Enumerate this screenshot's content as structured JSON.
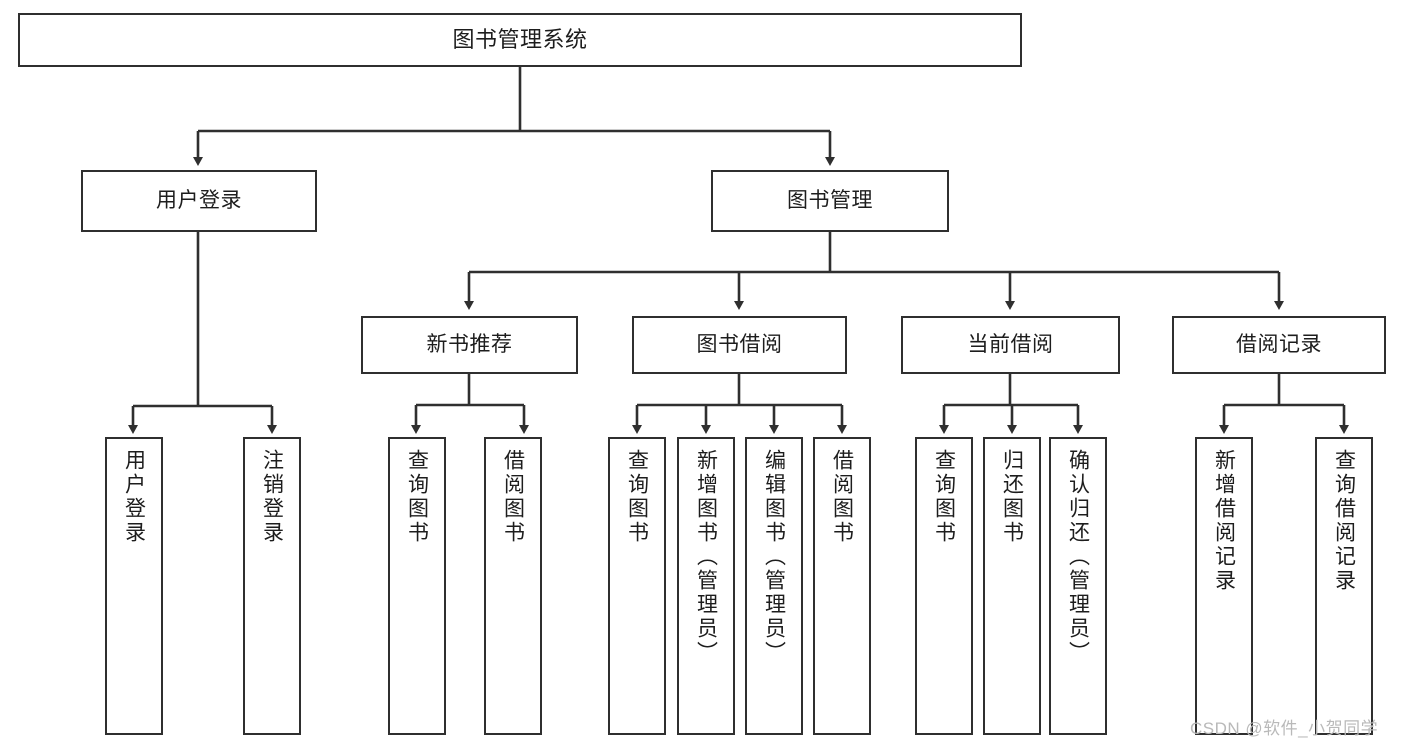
{
  "diagram": {
    "title": "图书管理系统",
    "root": {
      "label": "图书管理系统"
    },
    "level2": [
      {
        "label": "用户登录"
      },
      {
        "label": "图书管理"
      }
    ],
    "level3": [
      {
        "label": "新书推荐"
      },
      {
        "label": "图书借阅"
      },
      {
        "label": "当前借阅"
      },
      {
        "label": "借阅记录"
      }
    ],
    "leaves": {
      "user_login": [
        {
          "label": "用户登录"
        },
        {
          "label": "注销登录"
        }
      ],
      "new_book_recommend": [
        {
          "label": "查询图书"
        },
        {
          "label": "借阅图书"
        }
      ],
      "book_borrow": [
        {
          "label": "查询图书"
        },
        {
          "label": "新增图书（管理员）"
        },
        {
          "label": "编辑图书（管理员）"
        },
        {
          "label": "借阅图书"
        }
      ],
      "current_borrow": [
        {
          "label": "查询图书"
        },
        {
          "label": "归还图书"
        },
        {
          "label": "确认归还（管理员）"
        }
      ],
      "borrow_record": [
        {
          "label": "新增借阅记录"
        },
        {
          "label": "查询借阅记录"
        }
      ]
    }
  },
  "watermark": {
    "text": "CSDN @软件_小贺同学"
  },
  "colors": {
    "box_border": "#2f2f2f",
    "background": "#ffffff",
    "text": "#1d1d1d",
    "watermark": "#b9b9b9"
  }
}
